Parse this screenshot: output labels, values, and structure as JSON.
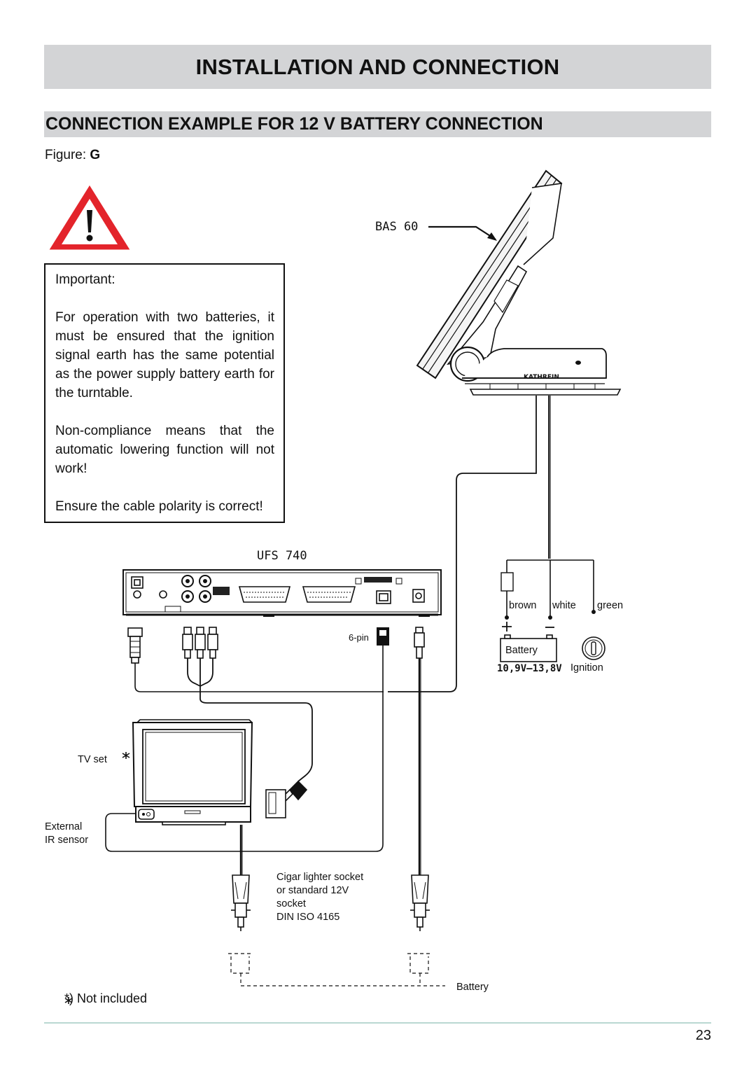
{
  "header": {
    "title": "INSTALLATION AND CONNECTION"
  },
  "section": {
    "title": "CONNECTION EXAMPLE FOR 12 V BATTERY CONNECTION"
  },
  "figure": {
    "prefix": "Figure: ",
    "letter": "G"
  },
  "notice": {
    "title": "Important:",
    "paragraph_1": "For operation with two batteries, it must be ensured that the ignition signal earth has the same potential as the power supply battery earth for the turntable.",
    "paragraph_2": "Non-compliance means that the automatic lowering function will not work!",
    "paragraph_3": "Ensure the cable polarity is correct!"
  },
  "diagram": {
    "antenna_label": "BAS 60",
    "antenna_brand": "KATHREIN",
    "receiver_label": "UFS 740",
    "pin_label": "6-pin",
    "wire_brown": "brown",
    "wire_white": "white",
    "wire_green": "green",
    "plus_sign": "+",
    "minus_sign": "–",
    "battery_label": "Battery",
    "battery_voltage": "10,9V–13,8V",
    "ignition_label": "Ignition",
    "tv_label": "TV set",
    "asterisk": "*",
    "ir_label_line1": "External",
    "ir_label_line2": "IR sensor",
    "socket_line1": "Cigar lighter socket",
    "socket_line2": "or standard 12V",
    "socket_line3": "socket",
    "socket_line4": "DIN ISO 4165",
    "battery_bottom_label": "Battery"
  },
  "footnote": {
    "text": "*) Not included"
  },
  "page_number": "23"
}
